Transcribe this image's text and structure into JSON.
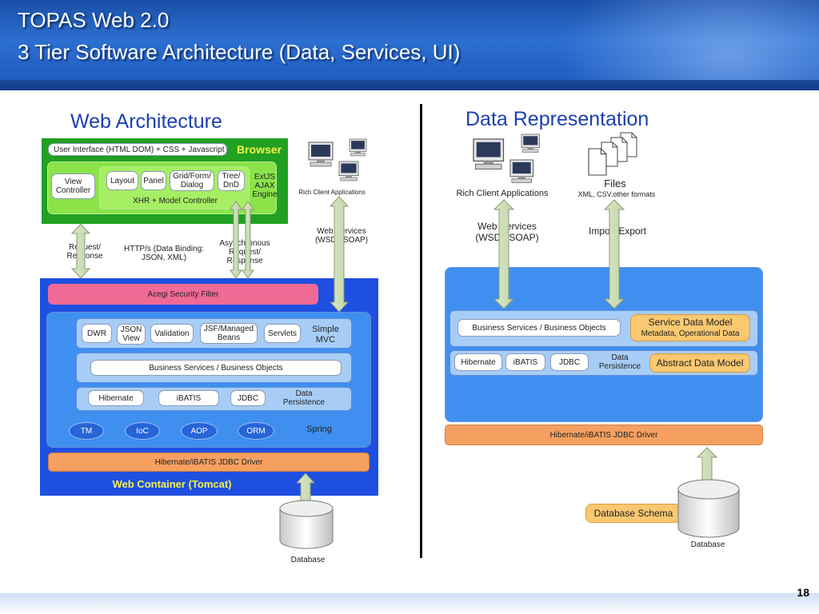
{
  "header": {
    "title_line1": "TOPAS Web 2.0",
    "title_line2": "3 Tier Software Architecture (Data, Services, UI)"
  },
  "page_number": "18",
  "left": {
    "section_title": "Web Architecture",
    "browser": {
      "ui_label": "User Interface (HTML DOM) + CSS + Javascript",
      "browser_label": "Browser",
      "view_controller": "View Controller",
      "layout": "Layout",
      "panel": "Panel",
      "grid": "Grid/Form/ Dialog",
      "tree": "Tree/ DnD",
      "xhr": "XHR + Model Controller",
      "extjs": "ExtJS AJAX Engine"
    },
    "rich_client": "Rich Client Applications",
    "web_services": "Web Services (WSDL/SOAP)",
    "request_response": "Request/ Response",
    "http": "HTTP/s (Data Binding: JSON, XML)",
    "async": "Asynchronous Request/ Response",
    "container": {
      "acegi": "Acegi Security Filter",
      "dwr": "DWR",
      "json_view": "JSON View",
      "validation": "Validation",
      "jsf": "JSF/Managed Beans",
      "servlets": "Servlets",
      "simple_mvc": "Simple MVC",
      "business": "Business Services / Business Objects",
      "hibernate": "Hibernate",
      "ibatis": "iBATIS",
      "jdbc": "JDBC",
      "data_persistence": "Data Persistence",
      "tm": "TM",
      "ioc": "IoC",
      "aop": "AOP",
      "orm": "ORM",
      "spring": "Spring",
      "driver": "Hibernate/iBATIS JDBC Driver",
      "web_container": "Web Container (Tomcat)"
    },
    "database": "Database"
  },
  "right": {
    "section_title": "Data Representation",
    "rich_client": "Rich Client Applications",
    "files": "Files",
    "files_formats": "XML, CSV,other formats",
    "web_services": "Web Services (WSDL/SOAP)",
    "import_export": "Import/Export",
    "business": "Business Services / Business Objects",
    "service_data_model": "Service Data Model",
    "service_data_model_sub": "Metadata, Operational Data",
    "hibernate": "Hibernate",
    "ibatis": "iBATIS",
    "jdbc": "JDBC",
    "data_persistence": "Data Persistence",
    "abstract_data_model": "Abstract Data Model",
    "driver": "Hibernate/iBATIS JDBC Driver",
    "database_schema": "Database Schema",
    "database": "Database"
  },
  "colors": {
    "header_blue": "#1b58bd",
    "container_blue": "#1f4fe0",
    "browser_green": "#21a022",
    "filter_pink": "#f06a96",
    "driver_orange": "#f5a060",
    "model_yellow": "#f9c870",
    "section_title_blue": "#1d3fb0"
  },
  "icons": [
    "computer-icon",
    "file-icon",
    "database-icon",
    "double-arrow-icon"
  ]
}
